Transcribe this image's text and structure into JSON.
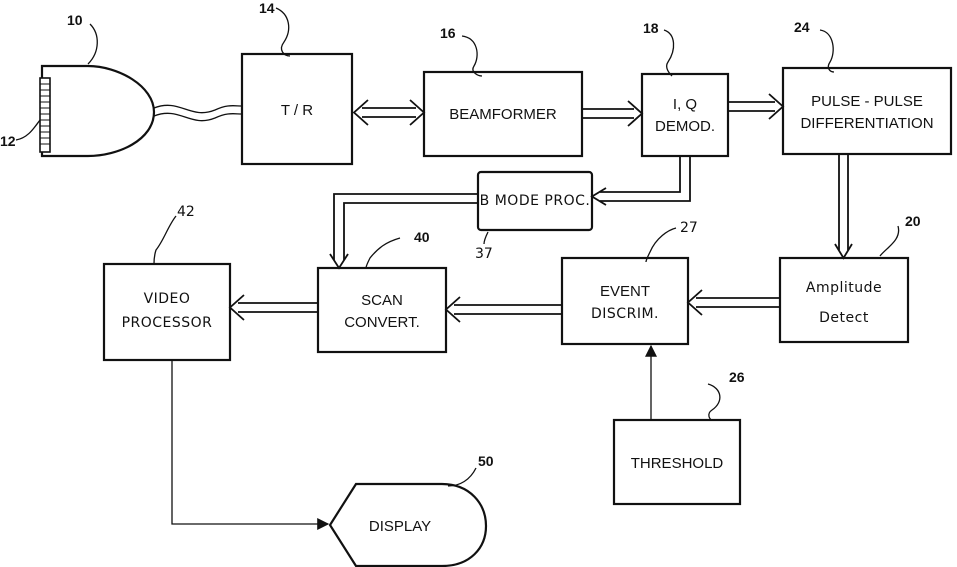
{
  "blocks": {
    "tr": "T / R",
    "beamformer": "BEAMFORMER",
    "iq_line1": "I, Q",
    "iq_line2": "DEMOD.",
    "pulse_line1": "PULSE - PULSE",
    "pulse_line2": "DIFFERENTIATION",
    "bmode": "B MODE PROC.",
    "amp_line1": "Amplitude",
    "amp_line2": "Detect",
    "event_line1": "EVENT",
    "event_line2": "DISCRIM.",
    "scan_line1": "SCAN",
    "scan_line2": "CONVERT.",
    "video_line1": "VIDEO",
    "video_line2": "PROCESSOR",
    "threshold": "THRESHOLD",
    "display": "DISPLAY"
  },
  "refs": {
    "probe": "10",
    "array": "12",
    "tr": "14",
    "beamformer": "16",
    "iq": "18",
    "amp": "20",
    "pulse": "24",
    "threshold": "26",
    "event": "27",
    "bmode": "37",
    "scan": "40",
    "video": "42",
    "display": "50"
  }
}
